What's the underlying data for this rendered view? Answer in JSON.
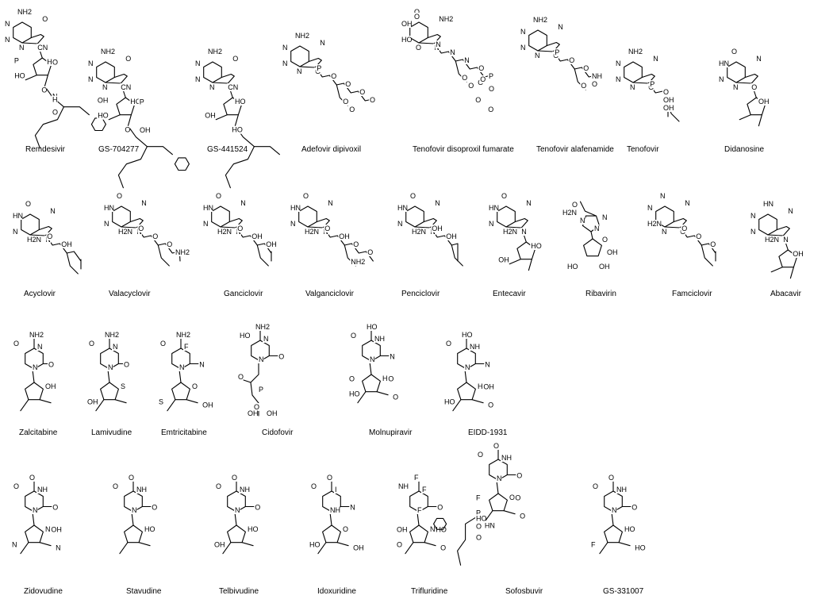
{
  "figure": {
    "rows": [
      {
        "compounds": [
          {
            "name": "Remdesivir",
            "labels": [
              "NH2",
              "N",
              "N",
              "N",
              "O",
              "CN",
              "HO",
              "HO",
              "O",
              "O",
              "P",
              "N",
              "H",
              "O",
              "O"
            ]
          },
          {
            "name": "GS-704277",
            "labels": [
              "NH2",
              "N",
              "N",
              "N",
              "O",
              "CN",
              "HO",
              "HO",
              "O",
              "P",
              "OH",
              "O",
              "HN",
              "O",
              "OH"
            ]
          },
          {
            "name": "GS-441524",
            "labels": [
              "NH2",
              "N",
              "N",
              "N",
              "O",
              "CN",
              "HO",
              "OH",
              "HO"
            ]
          },
          {
            "name": "Adefovir dipivoxil",
            "labels": [
              "NH2",
              "N",
              "N",
              "N",
              "N",
              "O",
              "P",
              "O",
              "O",
              "O",
              "O",
              "O",
              "O"
            ]
          },
          {
            "name": "Tenofovir disoproxil fumarate",
            "labels": [
              "O",
              "OH",
              "HO",
              "O",
              "NH2",
              "N",
              "N",
              "N",
              "N",
              "O",
              "P",
              "O",
              "O",
              "O",
              "O",
              "O",
              "O",
              "O",
              "O"
            ]
          },
          {
            "name": "Tenofovir alafenamide",
            "labels": [
              "NH2",
              "N",
              "N",
              "N",
              "N",
              "O",
              "P",
              "O",
              "O",
              "NH",
              "O",
              "O"
            ]
          },
          {
            "name": "Tenofovir",
            "labels": [
              "NH2",
              "N",
              "N",
              "N",
              "N",
              "O",
              "P",
              "O",
              "OH",
              "OH"
            ]
          },
          {
            "name": "Didanosine",
            "labels": [
              "O",
              "HN",
              "N",
              "N",
              "N",
              "O",
              "OH"
            ]
          }
        ]
      },
      {
        "compounds": [
          {
            "name": "Acyclovir",
            "labels": [
              "O",
              "HN",
              "N",
              "H2N",
              "N",
              "N",
              "O",
              "OH"
            ]
          },
          {
            "name": "Valacyclovir",
            "labels": [
              "O",
              "HN",
              "N",
              "H2N",
              "N",
              "N",
              "O",
              "O",
              "O",
              "NH2"
            ]
          },
          {
            "name": "Ganciclovir",
            "labels": [
              "O",
              "HN",
              "N",
              "H2N",
              "N",
              "N",
              "O",
              "OH",
              "OH"
            ]
          },
          {
            "name": "Valganciclovir",
            "labels": [
              "O",
              "HN",
              "N",
              "H2N",
              "N",
              "N",
              "O",
              "OH",
              "O",
              "O",
              "NH2"
            ]
          },
          {
            "name": "Penciclovir",
            "labels": [
              "O",
              "HN",
              "N",
              "H2N",
              "N",
              "N",
              "OH",
              "OH"
            ]
          },
          {
            "name": "Entecavir",
            "labels": [
              "O",
              "HN",
              "N",
              "H2N",
              "N",
              "N",
              "HO",
              "OH"
            ]
          },
          {
            "name": "Ribavirin",
            "labels": [
              "O",
              "H2N",
              "N",
              "N",
              "N",
              "O",
              "OH",
              "OH",
              "HO"
            ]
          },
          {
            "name": "Famciclovir",
            "labels": [
              "N",
              "N",
              "H2N",
              "N",
              "N",
              "O",
              "O",
              "O",
              "O"
            ]
          },
          {
            "name": "Abacavir",
            "labels": [
              "HN",
              "N",
              "N",
              "H2N",
              "N",
              "N",
              "OH"
            ]
          }
        ]
      },
      {
        "compounds": [
          {
            "name": "Zalcitabine",
            "labels": [
              "NH2",
              "N",
              "N",
              "O",
              "O",
              "OH"
            ]
          },
          {
            "name": "Lamivudine",
            "labels": [
              "NH2",
              "N",
              "N",
              "O",
              "O",
              "S",
              "OH"
            ]
          },
          {
            "name": "Emtricitabine",
            "labels": [
              "NH2",
              "F",
              "N",
              "N",
              "O",
              "O",
              "S",
              "OH"
            ]
          },
          {
            "name": "Cidofovir",
            "labels": [
              "NH2",
              "N",
              "N",
              "O",
              "HO",
              "O",
              "P",
              "O",
              "OH",
              "OH"
            ]
          },
          {
            "name": "Molnupiravir",
            "labels": [
              "HO",
              "NH",
              "N",
              "N",
              "O",
              "HO",
              "HO",
              "O",
              "O",
              "O"
            ]
          },
          {
            "name": "EIDD-1931",
            "labels": [
              "HO",
              "NH",
              "N",
              "N",
              "O",
              "HO",
              "HO",
              "O",
              "OH"
            ]
          }
        ]
      },
      {
        "compounds": [
          {
            "name": "Zidovudine",
            "labels": [
              "O",
              "NH",
              "N",
              "O",
              "O",
              "N",
              "N",
              "N",
              "OH"
            ]
          },
          {
            "name": "Stavudine",
            "labels": [
              "O",
              "NH",
              "N",
              "O",
              "O",
              "HO"
            ]
          },
          {
            "name": "Telbivudine",
            "labels": [
              "O",
              "NH",
              "N",
              "O",
              "O",
              "HO",
              "OH"
            ]
          },
          {
            "name": "Idoxuridine",
            "labels": [
              "O",
              "I",
              "NH",
              "N",
              "O",
              "O",
              "HO",
              "OH"
            ]
          },
          {
            "name": "Trifluridine",
            "labels": [
              "F",
              "F",
              "F",
              "O",
              "NH",
              "N",
              "O",
              "O",
              "HO",
              "OH"
            ]
          },
          {
            "name": "Sofosbuvir",
            "labels": [
              "O",
              "NH",
              "N",
              "O",
              "O",
              "O",
              "P",
              "O",
              "O",
              "F",
              "HN",
              "HO",
              "O",
              "O"
            ]
          },
          {
            "name": "GS-331007",
            "labels": [
              "O",
              "NH",
              "N",
              "O",
              "O",
              "HO",
              "F",
              "HO"
            ]
          }
        ]
      }
    ]
  }
}
